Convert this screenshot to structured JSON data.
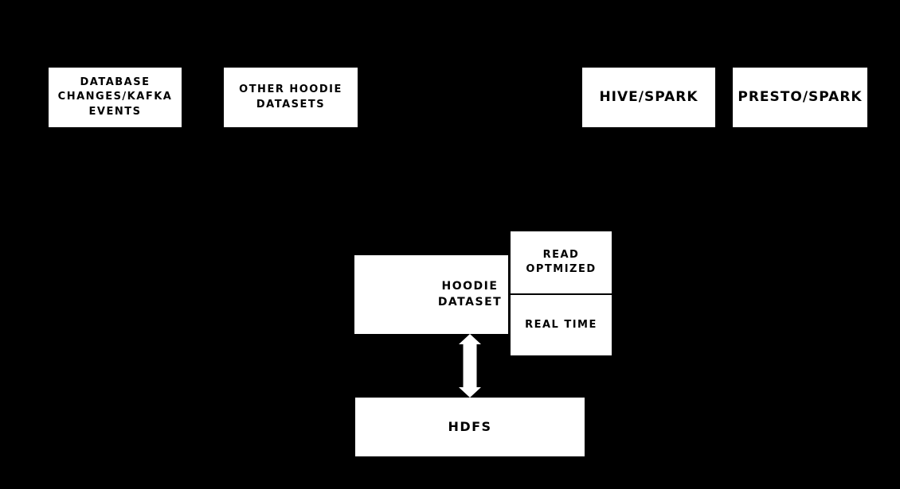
{
  "diagram": {
    "colors": {
      "background": "#000000",
      "node_fill": "#ffffff",
      "node_text": "#000000",
      "arrow": "#ffffff"
    },
    "nodes": {
      "database_changes": {
        "label": "DATABASE\nCHANGES/KAFKA\nEVENTS"
      },
      "other_hoodie_datasets": {
        "label": "OTHER HOODIE\nDATASETS"
      },
      "hive_spark": {
        "label": "HIVE/SPARK"
      },
      "presto_spark": {
        "label": "PRESTO/SPARK"
      },
      "hoodie_dataset": {
        "label": "HOODIE\nDATASET"
      },
      "read_optmized": {
        "label": "READ\nOPTMIZED"
      },
      "real_time": {
        "label": "REAL TIME"
      },
      "hdfs": {
        "label": "HDFS"
      }
    },
    "connections": [
      {
        "from": "hoodie_dataset",
        "to": "hdfs",
        "type": "bidirectional-arrow"
      }
    ]
  }
}
